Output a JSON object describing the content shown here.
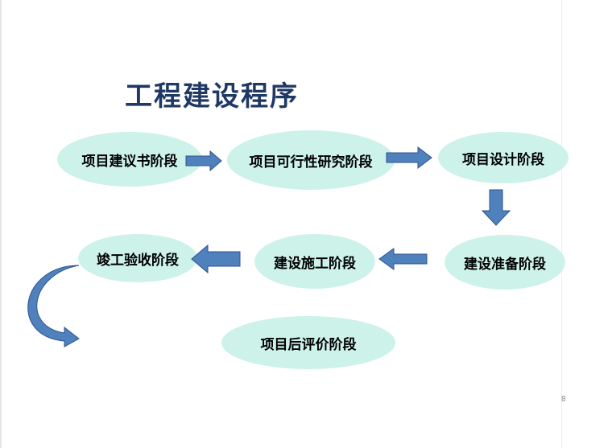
{
  "slide": {
    "title": "工程建设程序",
    "page_number": "8"
  },
  "stages": {
    "proposal": "项目建议书阶段",
    "feasibility": "项目可行性研究阶段",
    "design": "项目设计阶段",
    "preparation": "建设准备阶段",
    "construction": "建设施工阶段",
    "completion": "竣工验收阶段",
    "post_evaluation": "项目后评价阶段"
  },
  "colors": {
    "title": "#1f3864",
    "node_fill": "#cdf2ea",
    "arrow_fill": "#4f81bd",
    "arrow_stroke": "#2f528f"
  }
}
